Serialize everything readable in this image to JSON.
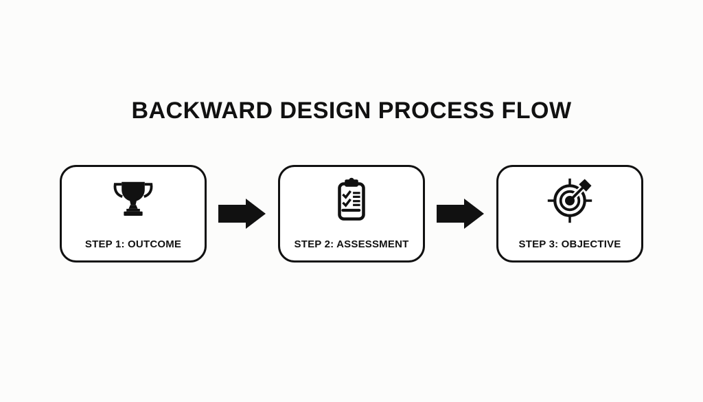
{
  "title": "BACKWARD DESIGN PROCESS FLOW",
  "steps": [
    {
      "id": "outcome",
      "label": "STEP 1: OUTCOME",
      "icon": "trophy-icon"
    },
    {
      "id": "assessment",
      "label": "STEP 2: ASSESSMENT",
      "icon": "clipboard-checklist-icon"
    },
    {
      "id": "objective",
      "label": "STEP 3: OBJECTIVE",
      "icon": "target-arrow-icon"
    }
  ],
  "connectors": [
    {
      "icon": "arrow-right-icon"
    },
    {
      "icon": "arrow-right-icon"
    }
  ],
  "colors": {
    "background": "#fcfcfb",
    "card_background": "#ffffff",
    "ink": "#111111"
  }
}
